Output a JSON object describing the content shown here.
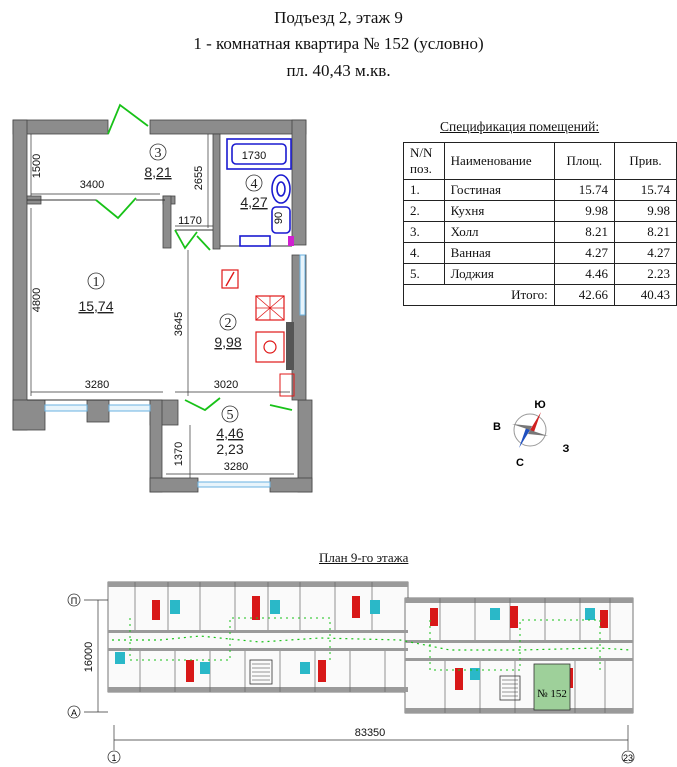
{
  "header": {
    "line1": "Подъезд 2, этаж 9",
    "line2": "1 - комнатная квартира № 152 (условно)",
    "line3": "пл. 40,43 м.кв."
  },
  "rooms": [
    {
      "num": "1",
      "area": "15,74"
    },
    {
      "num": "2",
      "area": "9,98"
    },
    {
      "num": "3",
      "area": "8,21"
    },
    {
      "num": "4",
      "area": "4,27"
    },
    {
      "num": "5",
      "area1": "4,46",
      "area2": "2,23"
    }
  ],
  "dimensions": {
    "d1500": "1500",
    "d3400": "3400",
    "d2655": "2655",
    "d1730": "1730",
    "d1170": "1170",
    "d4800": "4800",
    "d3645": "3645",
    "d3280a": "3280",
    "d3020": "3020",
    "d1370": "1370",
    "d3280b": "3280",
    "d90": "90"
  },
  "compass": {
    "n": "Ю",
    "w": "В",
    "s": "С",
    "e": "З"
  },
  "spec": {
    "title": "Спецификация помещений:",
    "headers": [
      "N/N поз.",
      "Наименование",
      "Площ.",
      "Прив."
    ],
    "rows": [
      [
        "1.",
        "Гостиная",
        "15.74",
        "15.74"
      ],
      [
        "2.",
        "Кухня",
        "9.98",
        "9.98"
      ],
      [
        "3.",
        "Холл",
        "8.21",
        "8.21"
      ],
      [
        "4.",
        "Ванная",
        "4.27",
        "4.27"
      ],
      [
        "5.",
        "Лоджия",
        "4.46",
        "2.23"
      ]
    ],
    "total_label": "Итого:",
    "total_area": "42.66",
    "total_reduced": "40.43"
  },
  "floor_plan": {
    "title": "План 9-го этажа",
    "width_dim": "83350",
    "height_dim": "16000",
    "axis_top": "П",
    "axis_bottom": "А",
    "axis_left": "1",
    "axis_right": "23",
    "apartment_label": "№ 152"
  },
  "colors": {
    "wall": "#8c8c8c",
    "door": "#18c218",
    "plumbing": "#1a1ad0",
    "kitchen": "#e01818",
    "highlight": "#9ed09a"
  }
}
